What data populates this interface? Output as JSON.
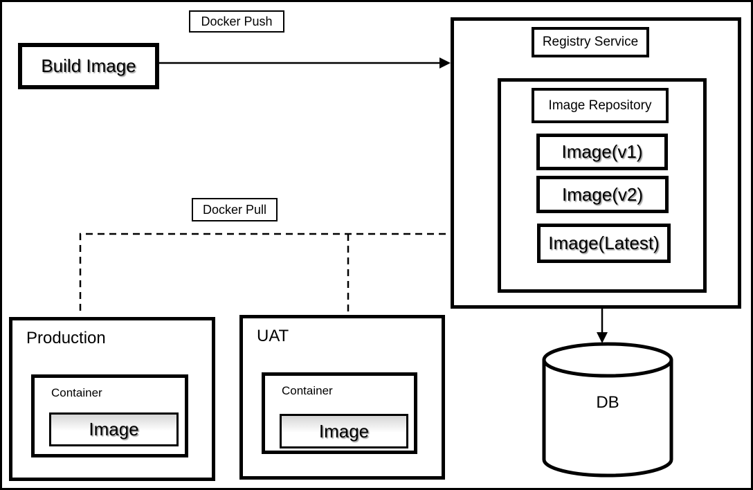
{
  "colors": {
    "line": "#000000",
    "background": "#ffffff",
    "image_chip_shade": "#d6d6d6"
  },
  "diagram": {
    "build_image_label": "Build Image",
    "push_annotation": "Docker Push",
    "pull_annotation": "Docker Pull",
    "registry": {
      "title": "Registry Service",
      "repository": {
        "title": "Image Repository",
        "images": [
          "Image(v1)",
          "Image(v2)",
          "Image(Latest)"
        ]
      }
    },
    "environments": [
      {
        "name": "Production",
        "container_label": "Container",
        "image_label": "Image"
      },
      {
        "name": "UAT",
        "container_label": "Container",
        "image_label": "Image"
      }
    ],
    "database_label": "DB"
  }
}
